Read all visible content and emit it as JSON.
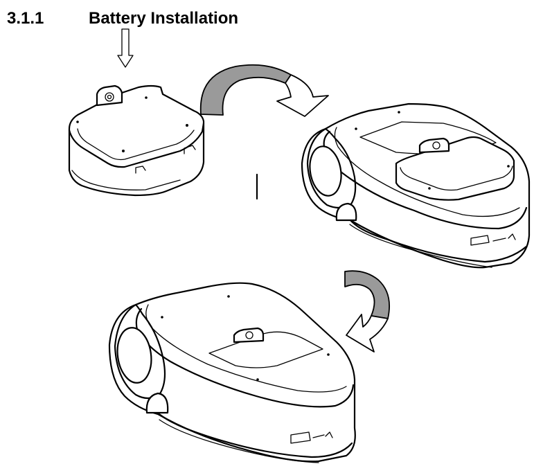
{
  "section": {
    "number": "3.1.1",
    "title": "Battery Installation"
  },
  "illustration": {
    "steps": [
      {
        "item": "battery-pack",
        "action": "insert-downward"
      },
      {
        "item": "printer-open-battery-bay",
        "action": "rotate-over"
      },
      {
        "item": "printer-battery-installed",
        "action": "rotate-down"
      }
    ],
    "colors": {
      "arrow_fill": "#9a9a9a",
      "line": "#000000",
      "background": "#ffffff"
    },
    "icons": [
      "down-arrow-icon",
      "curved-arrow-icon"
    ]
  }
}
